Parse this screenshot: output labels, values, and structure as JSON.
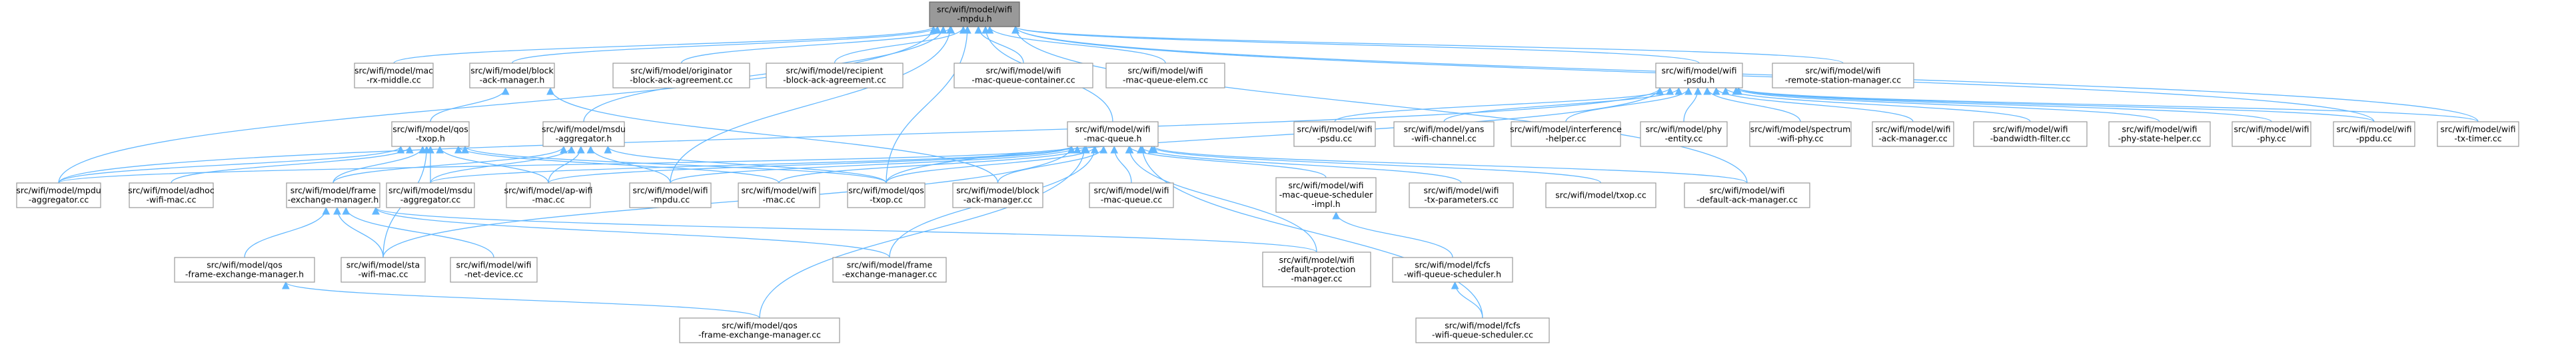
{
  "diagram": {
    "colors": {
      "edge": "#63b8ff",
      "node_border": "#999999",
      "root_fill": "#999999",
      "background": "#ffffff"
    },
    "nodes": [
      {
        "id": "root",
        "lines": [
          "src/wifi/model/wifi",
          "-mpdu.h"
        ],
        "root": true
      },
      {
        "id": "mac_rx",
        "lines": [
          "src/wifi/model/mac",
          "-rx-middle.cc"
        ]
      },
      {
        "id": "block_ack_h",
        "lines": [
          "src/wifi/model/block",
          "-ack-manager.h"
        ]
      },
      {
        "id": "originator",
        "lines": [
          "src/wifi/model/originator",
          "-block-ack-agreement.cc"
        ]
      },
      {
        "id": "recipient",
        "lines": [
          "src/wifi/model/recipient",
          "-block-ack-agreement.cc"
        ]
      },
      {
        "id": "mq_container",
        "lines": [
          "src/wifi/model/wifi",
          "-mac-queue-container.cc"
        ]
      },
      {
        "id": "mq_elem",
        "lines": [
          "src/wifi/model/wifi",
          "-mac-queue-elem.cc"
        ]
      },
      {
        "id": "psdu_h",
        "lines": [
          "src/wifi/model/wifi",
          "-psdu.h"
        ]
      },
      {
        "id": "remote_station",
        "lines": [
          "src/wifi/model/wifi",
          "-remote-station-manager.cc"
        ]
      },
      {
        "id": "qos_txop_h",
        "lines": [
          "src/wifi/model/qos",
          "-txop.h"
        ]
      },
      {
        "id": "msdu_agg_h",
        "lines": [
          "src/wifi/model/msdu",
          "-aggregator.h"
        ]
      },
      {
        "id": "mac_queue_h",
        "lines": [
          "src/wifi/model/wifi",
          "-mac-queue.h"
        ]
      },
      {
        "id": "psdu_cc",
        "lines": [
          "src/wifi/model/wifi",
          "-psdu.cc"
        ]
      },
      {
        "id": "yans",
        "lines": [
          "src/wifi/model/yans",
          "-wifi-channel.cc"
        ]
      },
      {
        "id": "interference",
        "lines": [
          "src/wifi/model/interference",
          "-helper.cc"
        ]
      },
      {
        "id": "phy_entity",
        "lines": [
          "src/wifi/model/phy",
          "-entity.cc"
        ]
      },
      {
        "id": "spectrum",
        "lines": [
          "src/wifi/model/spectrum",
          "-wifi-phy.cc"
        ]
      },
      {
        "id": "ack_manager",
        "lines": [
          "src/wifi/model/wifi",
          "-ack-manager.cc"
        ]
      },
      {
        "id": "bandwidth",
        "lines": [
          "src/wifi/model/wifi",
          "-bandwidth-filter.cc"
        ]
      },
      {
        "id": "phy_state",
        "lines": [
          "src/wifi/model/wifi",
          "-phy-state-helper.cc"
        ]
      },
      {
        "id": "wifi_phy",
        "lines": [
          "src/wifi/model/wifi",
          "-phy.cc"
        ]
      },
      {
        "id": "ppdu",
        "lines": [
          "src/wifi/model/wifi",
          "-ppdu.cc"
        ]
      },
      {
        "id": "tx_timer",
        "lines": [
          "src/wifi/model/wifi",
          "-tx-timer.cc"
        ]
      },
      {
        "id": "mpdu_agg",
        "lines": [
          "src/wifi/model/mpdu",
          "-aggregator.cc"
        ]
      },
      {
        "id": "adhoc",
        "lines": [
          "src/wifi/model/adhoc",
          "-wifi-mac.cc"
        ]
      },
      {
        "id": "fem_h",
        "lines": [
          "src/wifi/model/frame",
          "-exchange-manager.h"
        ]
      },
      {
        "id": "msdu_agg_cc",
        "lines": [
          "src/wifi/model/msdu",
          "-aggregator.cc"
        ]
      },
      {
        "id": "ap_wifi",
        "lines": [
          "src/wifi/model/ap-wifi",
          "-mac.cc"
        ]
      },
      {
        "id": "wifi_mpdu_cc",
        "lines": [
          "src/wifi/model/wifi",
          "-mpdu.cc"
        ]
      },
      {
        "id": "wifi_mac_cc",
        "lines": [
          "src/wifi/model/wifi",
          "-mac.cc"
        ]
      },
      {
        "id": "qos_txop_cc",
        "lines": [
          "src/wifi/model/qos",
          "-txop.cc"
        ]
      },
      {
        "id": "block_ack_cc",
        "lines": [
          "src/wifi/model/block",
          "-ack-manager.cc"
        ]
      },
      {
        "id": "mac_queue_cc",
        "lines": [
          "src/wifi/model/wifi",
          "-mac-queue.cc"
        ]
      },
      {
        "id": "mqs_impl",
        "lines": [
          "src/wifi/model/wifi",
          "-mac-queue-scheduler",
          "-impl.h"
        ]
      },
      {
        "id": "tx_params",
        "lines": [
          "src/wifi/model/wifi",
          "-tx-parameters.cc"
        ]
      },
      {
        "id": "txop_cc",
        "lines": [
          "src/wifi/model/txop.cc"
        ]
      },
      {
        "id": "default_ack",
        "lines": [
          "src/wifi/model/wifi",
          "-default-ack-manager.cc"
        ]
      },
      {
        "id": "qos_fem_h",
        "lines": [
          "src/wifi/model/qos",
          "-frame-exchange-manager.h"
        ]
      },
      {
        "id": "sta_mac",
        "lines": [
          "src/wifi/model/sta",
          "-wifi-mac.cc"
        ]
      },
      {
        "id": "net_device",
        "lines": [
          "src/wifi/model/wifi",
          "-net-device.cc"
        ]
      },
      {
        "id": "fem_cc",
        "lines": [
          "src/wifi/model/frame",
          "-exchange-manager.cc"
        ]
      },
      {
        "id": "default_prot",
        "lines": [
          "src/wifi/model/wifi",
          "-default-protection",
          "-manager.cc"
        ]
      },
      {
        "id": "fcfs_h",
        "lines": [
          "src/wifi/model/fcfs",
          "-wifi-queue-scheduler.h"
        ]
      },
      {
        "id": "qos_fem_cc",
        "lines": [
          "src/wifi/model/qos",
          "-frame-exchange-manager.cc"
        ]
      },
      {
        "id": "fcfs_cc",
        "lines": [
          "src/wifi/model/fcfs",
          "-wifi-queue-scheduler.cc"
        ]
      }
    ],
    "edges": [
      [
        "mac_rx",
        "root"
      ],
      [
        "block_ack_h",
        "root"
      ],
      [
        "originator",
        "root"
      ],
      [
        "recipient",
        "root"
      ],
      [
        "mq_container",
        "root"
      ],
      [
        "mq_elem",
        "root"
      ],
      [
        "psdu_h",
        "root"
      ],
      [
        "remote_station",
        "root"
      ],
      [
        "mpdu_agg",
        "root"
      ],
      [
        "msdu_agg_h",
        "root"
      ],
      [
        "mac_queue_h",
        "root"
      ],
      [
        "wifi_mpdu_cc",
        "root"
      ],
      [
        "ppdu",
        "root"
      ],
      [
        "tx_timer",
        "root"
      ],
      [
        "default_ack",
        "root"
      ],
      [
        "qos_txop_cc",
        "root"
      ],
      [
        "qos_txop_h",
        "block_ack_h"
      ],
      [
        "block_ack_cc",
        "block_ack_h"
      ],
      [
        "psdu_cc",
        "psdu_h"
      ],
      [
        "yans",
        "psdu_h"
      ],
      [
        "interference",
        "psdu_h"
      ],
      [
        "phy_entity",
        "psdu_h"
      ],
      [
        "spectrum",
        "psdu_h"
      ],
      [
        "ack_manager",
        "psdu_h"
      ],
      [
        "bandwidth",
        "psdu_h"
      ],
      [
        "phy_state",
        "psdu_h"
      ],
      [
        "wifi_phy",
        "psdu_h"
      ],
      [
        "ppdu",
        "psdu_h"
      ],
      [
        "tx_timer",
        "psdu_h"
      ],
      [
        "mpdu_agg",
        "psdu_h"
      ],
      [
        "qos_txop_cc",
        "psdu_h"
      ],
      [
        "mpdu_agg",
        "qos_txop_h"
      ],
      [
        "adhoc",
        "qos_txop_h"
      ],
      [
        "fem_h",
        "qos_txop_h"
      ],
      [
        "msdu_agg_cc",
        "qos_txop_h"
      ],
      [
        "ap_wifi",
        "qos_txop_h"
      ],
      [
        "wifi_mac_cc",
        "qos_txop_h"
      ],
      [
        "qos_txop_cc",
        "qos_txop_h"
      ],
      [
        "sta_mac",
        "qos_txop_h"
      ],
      [
        "msdu_agg_cc",
        "msdu_agg_h"
      ],
      [
        "ap_wifi",
        "msdu_agg_h"
      ],
      [
        "wifi_mpdu_cc",
        "msdu_agg_h"
      ],
      [
        "fem_h",
        "msdu_agg_h"
      ],
      [
        "qos_txop_cc",
        "msdu_agg_h"
      ],
      [
        "mpdu_agg",
        "mac_queue_h"
      ],
      [
        "msdu_agg_cc",
        "mac_queue_h"
      ],
      [
        "ap_wifi",
        "mac_queue_h"
      ],
      [
        "wifi_mpdu_cc",
        "mac_queue_h"
      ],
      [
        "wifi_mac_cc",
        "mac_queue_h"
      ],
      [
        "qos_txop_cc",
        "mac_queue_h"
      ],
      [
        "block_ack_cc",
        "mac_queue_h"
      ],
      [
        "mac_queue_cc",
        "mac_queue_h"
      ],
      [
        "mqs_impl",
        "mac_queue_h"
      ],
      [
        "tx_params",
        "mac_queue_h"
      ],
      [
        "txop_cc",
        "mac_queue_h"
      ],
      [
        "default_ack",
        "mac_queue_h"
      ],
      [
        "fem_cc",
        "mac_queue_h"
      ],
      [
        "default_prot",
        "mac_queue_h"
      ],
      [
        "qos_fem_cc",
        "mac_queue_h"
      ],
      [
        "fcfs_cc",
        "mac_queue_h"
      ],
      [
        "sta_mac",
        "mac_queue_h"
      ],
      [
        "qos_fem_h",
        "fem_h"
      ],
      [
        "sta_mac",
        "fem_h"
      ],
      [
        "net_device",
        "fem_h"
      ],
      [
        "fem_cc",
        "fem_h"
      ],
      [
        "default_prot",
        "fem_h"
      ],
      [
        "qos_fem_cc",
        "qos_fem_h"
      ],
      [
        "fcfs_h",
        "mqs_impl"
      ],
      [
        "fcfs_cc",
        "fcfs_h"
      ]
    ]
  }
}
